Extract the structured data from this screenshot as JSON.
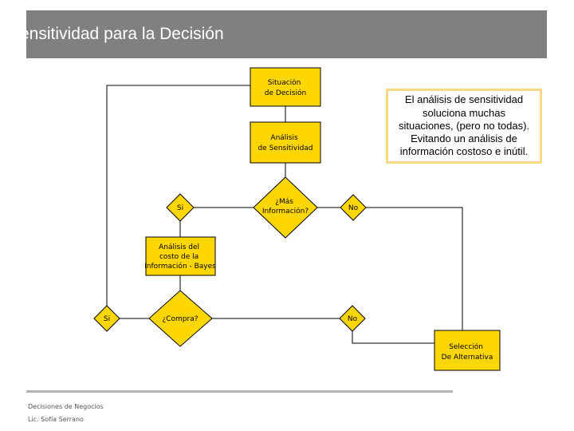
{
  "title": "Sensitividad para la Decisión",
  "note": "El análisis de sensitividad\nsoluciona muchas\nsituaciones, (pero no todas).\nEvitando un análisis de\ninformación costoso e inútil.",
  "nodes": {
    "situacion": [
      "Situación",
      "de Decisión"
    ],
    "analisis_sens": [
      "Análisis",
      "de Sensitividad"
    ],
    "mas_info": [
      "¿Más",
      "Información?"
    ],
    "si_1": "Si",
    "no_1": "No",
    "analisis_costo": [
      "Análisis del",
      "costo de la",
      "Información - Bayes"
    ],
    "compra": "¿Compra?",
    "si_2": "Si",
    "no_2": "No",
    "seleccion": [
      "Selección",
      "De Alternativa"
    ]
  },
  "footer": {
    "course": "Decisiones de Negocios",
    "author": "Lic. Sofía Serrano"
  },
  "colors": {
    "node_fill": "#ffd700",
    "title_bar": "#808080",
    "note_border": "#f5d986"
  }
}
